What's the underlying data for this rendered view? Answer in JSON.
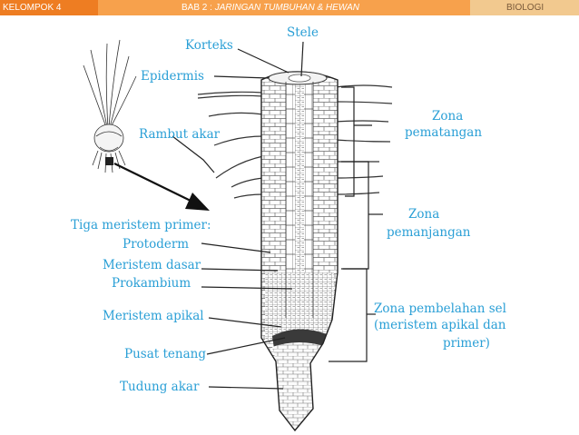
{
  "header": {
    "group": "KELOMPOK 4",
    "chapter": "BAB 2 : ",
    "chapter_topic": "JARINGAN TUMBUHAN & HEWAN",
    "subject": "BIOLOGI"
  },
  "labels": {
    "stele": "Stele",
    "korteks": "Korteks",
    "epidermis": "Epidermis",
    "rambut_akar": "Rambut akar",
    "tiga_meristem": "Tiga meristem primer:",
    "protoderm": "Protoderm",
    "meristem_dasar": "Meristem dasar",
    "prokambium": "Prokambium",
    "meristem_apikal": "Meristem apikal",
    "pusat_tenang": "Pusat tenang",
    "tudung_akar": "Tudung akar",
    "zona_pematangan_1": "Zona",
    "zona_pematangan_2": "pematangan",
    "zona_pemanjangan_1": "Zona",
    "zona_pemanjangan_2": "pemanjangan",
    "zona_pembelahan_1": "Zona pembelahan sel",
    "zona_pembelahan_2": "(meristem apikal dan",
    "zona_pembelahan_3": "primer)"
  },
  "colors": {
    "label": "#2a9fd6",
    "bar_dark": "#ee7d22",
    "bar_mid": "#f7a14c",
    "bar_light": "#f2c98f"
  }
}
